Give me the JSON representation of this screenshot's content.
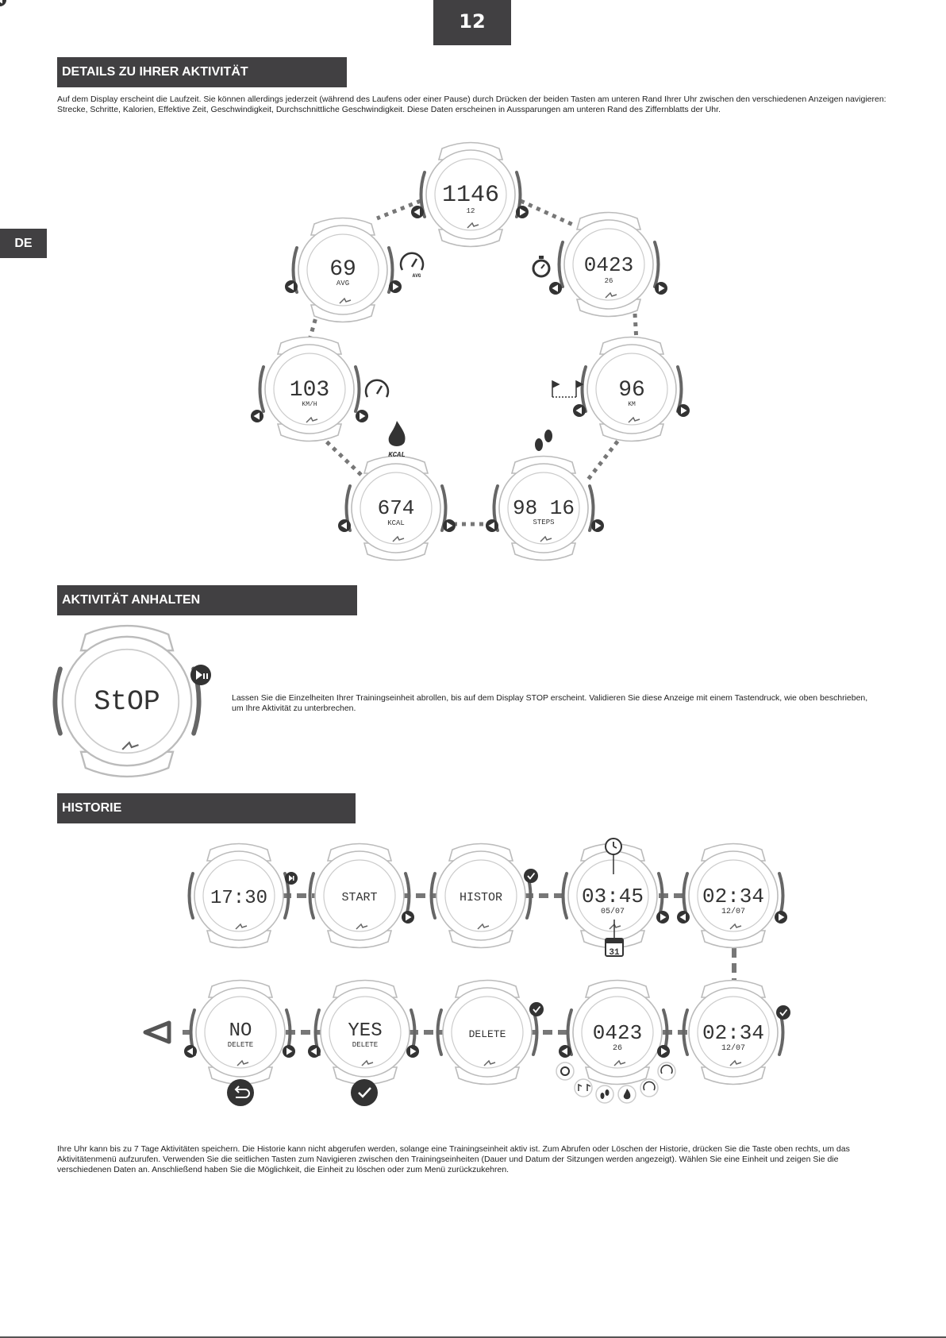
{
  "page_number": "12",
  "language_tab": "DE",
  "sections": {
    "details": {
      "title": "DETAILS ZU IHRER AKTIVITÄT",
      "text": "Auf dem Display erscheint die Laufzeit. Sie können allerdings jederzeit (während des Laufens oder einer Pause) durch Drücken der beiden Tasten am unteren Rand Ihrer Uhr zwischen den verschiedenen Anzeigen navigieren: Strecke, Schritte, Kalorien, Effektive Zeit, Geschwindigkeit, Durchschnittliche Geschwindigkeit. Diese Daten erscheinen in Aussparungen am unteren Rand des Ziffernblatts der Uhr."
    },
    "stop": {
      "title": "AKTIVITÄT ANHALTEN",
      "text": "Lassen Sie die Einzelheiten Ihrer Trainingseinheit abrollen, bis auf dem Display STOP erscheint. Validieren Sie diese Anzeige mit einem Tastendruck, wie oben beschrieben, um Ihre Aktivität zu unterbrechen."
    },
    "history": {
      "title": "HISTORIE",
      "text": "Ihre Uhr kann bis zu 7 Tage Aktivitäten speichern. Die Historie kann nicht abgerufen werden, solange eine Trainingseinheit aktiv ist. Zum Abrufen oder Löschen der Historie, drücken Sie die Taste oben rechts, um das Aktivitätenmenü aufzurufen. Verwenden Sie die seitlichen Tasten zum Navigieren zwischen den Trainingseinheiten (Dauer und Datum der Sitzungen werden angezeigt). Wählen Sie eine Einheit und zeigen Sie die verschiedenen Daten an. Anschließend haben Sie die Möglichkeit, die Einheit zu löschen oder zum Menü zurückzukehren."
    }
  },
  "watches": {
    "top": {
      "main": "1146",
      "sub": "12"
    },
    "right_upper": {
      "main": "0423",
      "sub": "26"
    },
    "right_lower": {
      "main": "96",
      "sub": "KM"
    },
    "bottom_right": {
      "main": "98 16",
      "sub": "STEPS"
    },
    "bottom_left": {
      "main": "674",
      "sub": "KCAL"
    },
    "left_lower": {
      "main": "103",
      "sub": "KM/H"
    },
    "left_upper": {
      "main": "69",
      "sub": "AVG"
    },
    "stop": {
      "main": "StOP"
    },
    "h1": {
      "main": "17:30"
    },
    "h2": {
      "main": "START"
    },
    "h3": {
      "main": "HISTOR"
    },
    "h4": {
      "main": "03:45",
      "sub": "05/07"
    },
    "h5": {
      "main": "02:34",
      "sub": "12/07"
    },
    "h6": {
      "main": "02:34",
      "sub": "12/07"
    },
    "h7": {
      "main": "0423",
      "sub": "26"
    },
    "h8": {
      "main": "DELETE"
    },
    "h9": {
      "main": "YES",
      "sub": "DELETE"
    },
    "h10": {
      "main": "NO",
      "sub": "DELETE"
    }
  },
  "icon_labels": {
    "avg": "AVG",
    "kcal": "KCAL",
    "calendar_day": "31"
  }
}
